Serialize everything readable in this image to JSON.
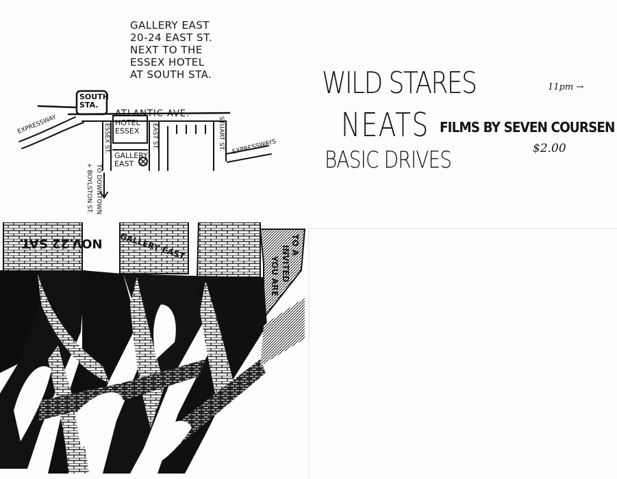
{
  "venue": {
    "lines": [
      "GALLERY EAST",
      "20-24 EAST ST.",
      "NEXT TO THE",
      "ESSEX HOTEL",
      "AT SOUTH STA."
    ]
  },
  "map": {
    "south_station": [
      "SOUTH",
      "STA."
    ],
    "atlantic_ave": "ATLANTIC AVE.",
    "expressway_left": "EXPRESSWAY",
    "expressway_right": "EXPRESSWAYS",
    "hotel_essex": [
      "HOTEL",
      "ESSEX"
    ],
    "essex_st": "ESSEX ST.",
    "east_st": "EAST ST.",
    "stuart_st": "STUART ST.",
    "gallery_east": [
      "GALLERY",
      "EAST"
    ],
    "to_downtown": "TO DOWNTOWN",
    "boylston": "+ BOYLSTON ST."
  },
  "bands": [
    "WILD STARES",
    "NEATS",
    "BASIC DRIVES"
  ],
  "films": "FILMS BY SEVEN COURSEN",
  "time": "11pm →",
  "price": "$2.00",
  "drawing": {
    "date_sign": "NOV.22 SAT.",
    "gallery_sign": "GALLERY EAST",
    "invite_sign": [
      "TO A",
      "INVITED",
      "YOU ARE"
    ]
  }
}
